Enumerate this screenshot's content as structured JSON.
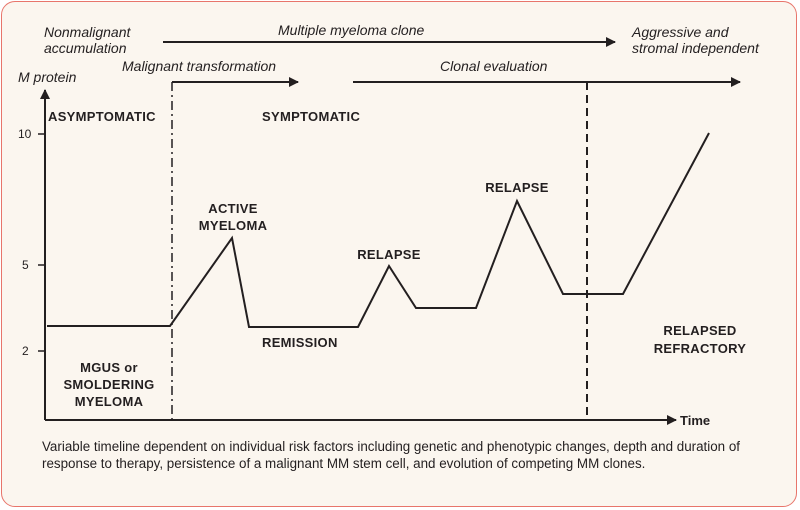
{
  "phases": {
    "nonmalignant_line1": "Nonmalignant",
    "nonmalignant_line2": "accumulation",
    "multiple_myeloma_clone": "Multiple myeloma clone",
    "aggressive_line1": "Aggressive and",
    "aggressive_line2": "stromal independent",
    "malignant_transformation": "Malignant transformation",
    "clonal_evaluation": "Clonal evaluation"
  },
  "axes": {
    "y_label": "M protein",
    "x_label": "Time",
    "y_ticks": [
      "10",
      "5",
      "2"
    ]
  },
  "stages": {
    "asymptomatic": "ASYMPTOMATIC",
    "symptomatic": "SYMPTOMATIC",
    "active_myeloma_line1": "ACTIVE",
    "active_myeloma_line2": "MYELOMA",
    "relapse_1": "RELAPSE",
    "relapse_2": "RELAPSE",
    "remission": "REMISSION",
    "mgus_line1": "MGUS or",
    "mgus_line2": "SMOLDERING",
    "mgus_line3": "MYELOMA",
    "relapsed_line1": "RELAPSED",
    "relapsed_line2": "REFRACTORY"
  },
  "caption": "Variable timeline dependent on individual risk factors including genetic and phenotypic changes, depth and duration of response to therapy, persistence of a malignant MM stem cell, and evolution of competing MM clones.",
  "colors": {
    "border": "#e8756b",
    "background": "#fbf6ef",
    "ink": "#231f20"
  }
}
